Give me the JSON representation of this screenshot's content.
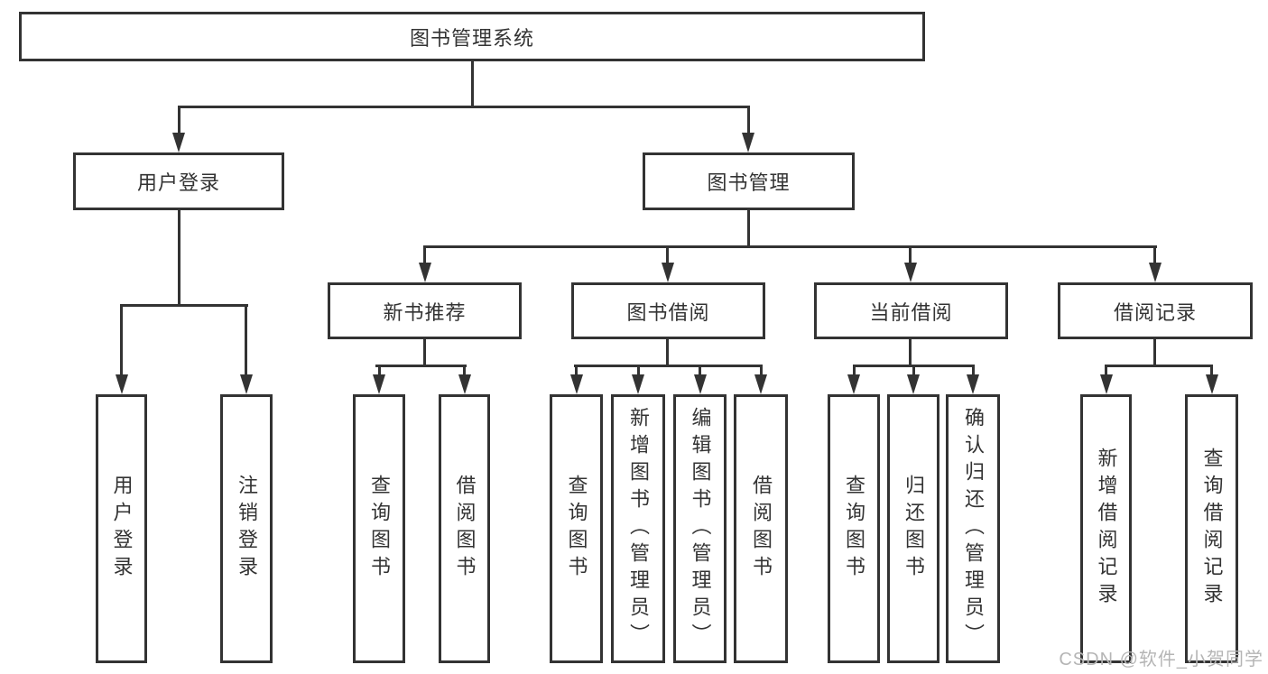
{
  "colors": {
    "line": "#333333",
    "text": "#333333",
    "watermark": "#b5b5b5",
    "bg": "#ffffff"
  },
  "tree": {
    "root": {
      "label": "图书管理系统"
    },
    "user_login": {
      "label": "用户登录",
      "children": [
        {
          "label": "用户登录"
        },
        {
          "label": "注销登录"
        }
      ]
    },
    "book_mgmt": {
      "label": "图书管理",
      "sections": [
        {
          "label": "新书推荐",
          "children": [
            {
              "label": "查询图书"
            },
            {
              "label": "借阅图书"
            }
          ]
        },
        {
          "label": "图书借阅",
          "children": [
            {
              "label": "查询图书"
            },
            {
              "label": "新增图书（管理员）"
            },
            {
              "label": "编辑图书（管理员）"
            },
            {
              "label": "借阅图书"
            }
          ]
        },
        {
          "label": "当前借阅",
          "children": [
            {
              "label": "查询图书"
            },
            {
              "label": "归还图书"
            },
            {
              "label": "确认归还（管理员）"
            }
          ]
        },
        {
          "label": "借阅记录",
          "children": [
            {
              "label": "新增借阅记录"
            },
            {
              "label": "查询借阅记录"
            }
          ]
        }
      ]
    }
  },
  "watermark": {
    "text": "CSDN @软件_小贺同学"
  }
}
